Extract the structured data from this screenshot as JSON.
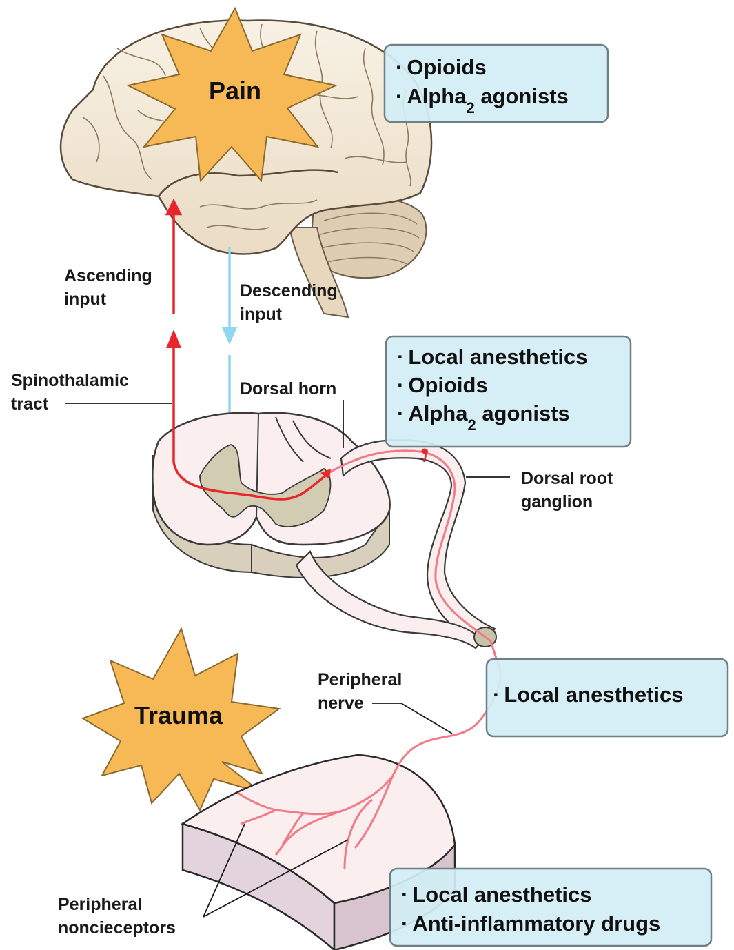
{
  "labels": {
    "pain": "Pain",
    "trauma": "Trauma",
    "ascending_line1": "Ascending",
    "ascending_line2": "input",
    "descending_line1": "Descending",
    "descending_line2": "input",
    "spinothalamic_line1": "Spinothalamic",
    "spinothalamic_line2": "tract",
    "dorsal_horn": "Dorsal horn",
    "dorsal_root_line1": "Dorsal root",
    "dorsal_root_line2": "ganglion",
    "peripheral_nerve_line1": "Peripheral",
    "peripheral_nerve_line2": "nerve",
    "nociceptors_line1": "Peripheral",
    "nociceptors_line2": "noncieceptors"
  },
  "drug_boxes": {
    "brain": {
      "item1": "Opioids",
      "item2_prefix": "Alpha",
      "item2_sub": "2",
      "item2_suffix": " agonists"
    },
    "spinal": {
      "item1": "Local anesthetics",
      "item2": "Opioids",
      "item3_prefix": "Alpha",
      "item3_sub": "2",
      "item3_suffix": " agonists"
    },
    "nerve": {
      "item1": "Local anesthetics"
    },
    "periphery": {
      "item1": "Local anesthetics",
      "item2": "Anti-inflammatory drugs"
    }
  },
  "bullet": "·",
  "colors": {
    "box_fill": "#d3eef6",
    "box_stroke": "#6f7f84",
    "star_fill": "#f6b955",
    "ascending": "#e8262b",
    "descending": "#8fd6ee",
    "nerve_fiber": "#f07a86"
  }
}
